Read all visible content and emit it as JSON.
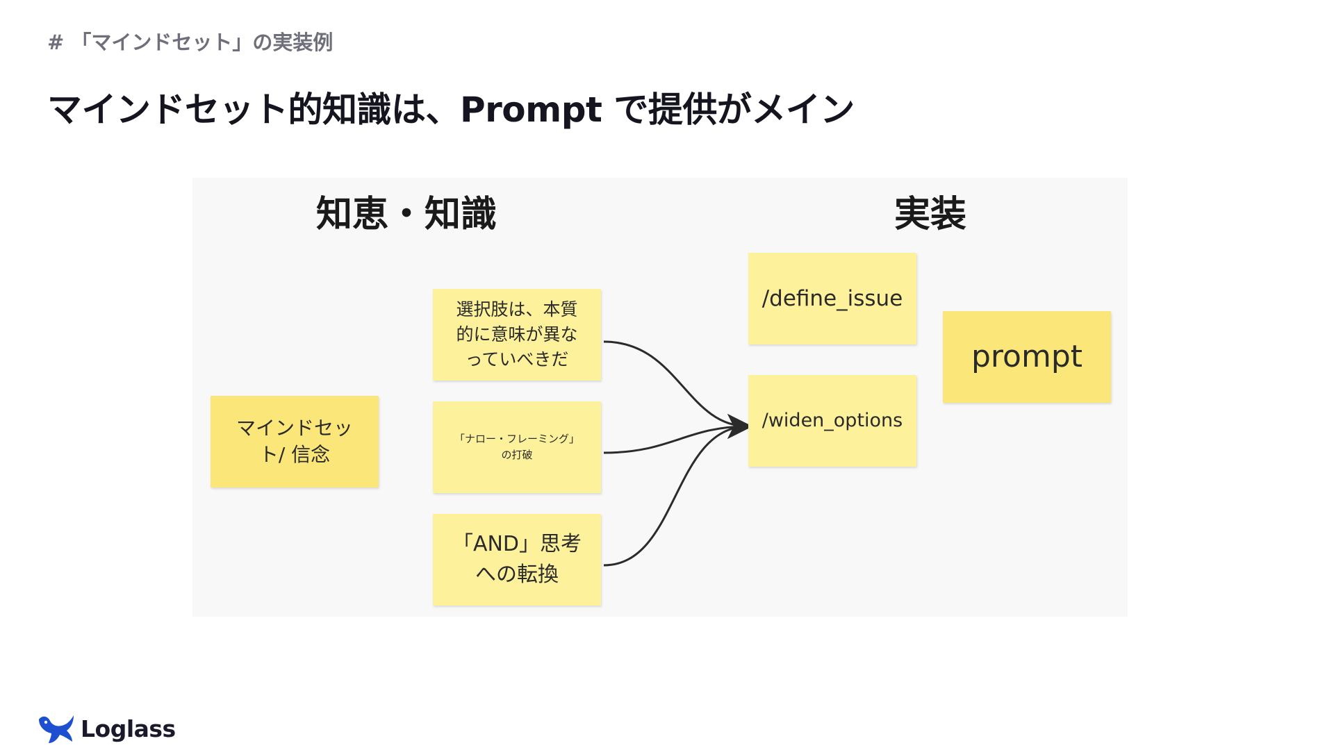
{
  "header": {
    "section_tag": "# 「マインドセット」の実装例",
    "title": "マインドセット的知識は、Prompt で提供がメイン"
  },
  "diagram": {
    "col_left_heading": "知恵・知識",
    "col_right_heading": "実装",
    "notes": {
      "mindset": "マインドセット/ 信念",
      "choices": "選択肢は、本質 的に意味が異な っていべきだ",
      "narrow_framing": "「ナロー・フレーミング」 の打破",
      "and_thinking": "「AND」思考 への転換",
      "define_issue": "/define_issue",
      "widen_options": "/widen_options",
      "prompt": "prompt"
    },
    "colors": {
      "note_light": "#fdf29b",
      "note_dark": "#fbe679",
      "connector": "#2b2b2b",
      "panel": "#f8f8f8"
    }
  },
  "footer": {
    "logo_text": "Loglass",
    "logo_icon": "whale-icon"
  }
}
